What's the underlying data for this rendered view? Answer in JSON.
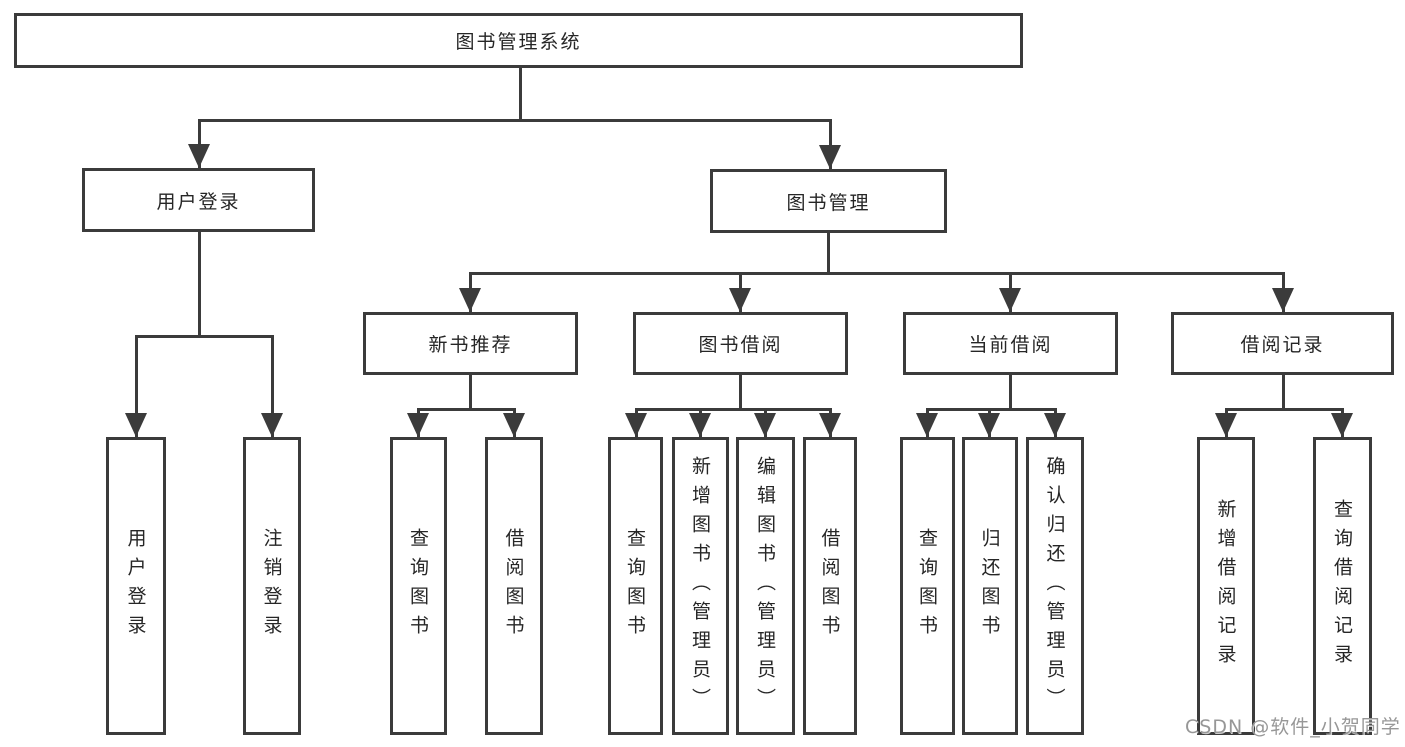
{
  "diagram": {
    "title": "图书管理系统",
    "level2": [
      {
        "label": "用户登录"
      },
      {
        "label": "图书管理"
      }
    ],
    "user_login_children": [
      {
        "label": "用户登录"
      },
      {
        "label": "注销登录"
      }
    ],
    "modules": [
      {
        "label": "新书推荐",
        "children": [
          {
            "label": "查询图书"
          },
          {
            "label": "借阅图书"
          }
        ]
      },
      {
        "label": "图书借阅",
        "children": [
          {
            "label": "查询图书"
          },
          {
            "label": "新增图书（管理员）"
          },
          {
            "label": "编辑图书（管理员）"
          },
          {
            "label": "借阅图书"
          }
        ]
      },
      {
        "label": "当前借阅",
        "children": [
          {
            "label": "查询图书"
          },
          {
            "label": "归还图书"
          },
          {
            "label": "确认归还（管理员）"
          }
        ]
      },
      {
        "label": "借阅记录",
        "children": [
          {
            "label": "新增借阅记录"
          },
          {
            "label": "查询借阅记录"
          }
        ]
      }
    ],
    "watermark": "CSDN @软件_小贺同学",
    "colors": {
      "line": "#3b3b3b",
      "text": "#262626",
      "watermark": "#979797",
      "background": "#ffffff"
    }
  }
}
